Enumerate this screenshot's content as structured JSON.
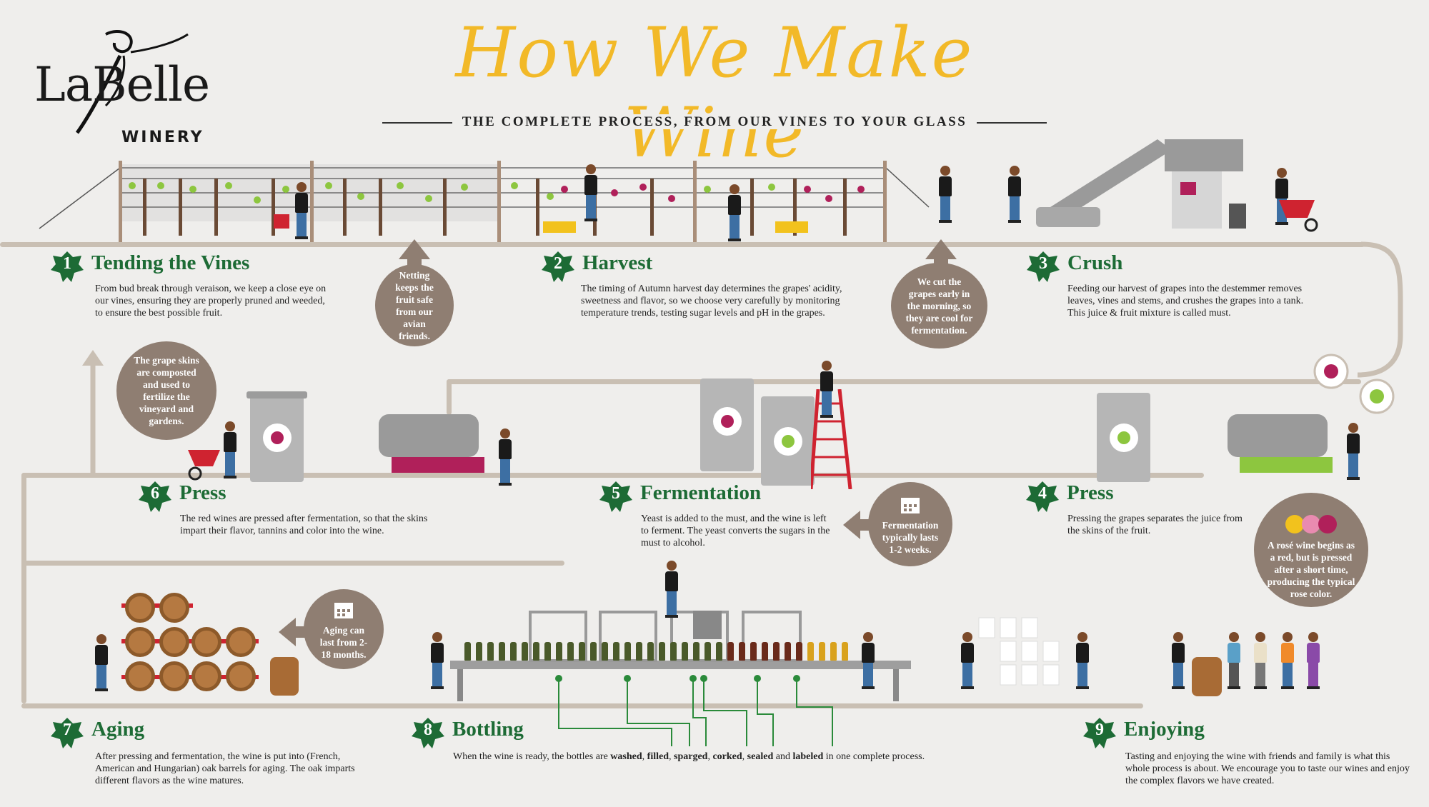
{
  "brand": {
    "logo_name": "LaBelle",
    "logo_sub": "WINERY"
  },
  "header": {
    "title": "How We Make Wine",
    "subtitle": "THE COMPLETE PROCESS, FROM OUR VINES TO YOUR GLASS"
  },
  "colors": {
    "title": "#f2b928",
    "step_green": "#1d6b35",
    "bubble": "#8f7e72",
    "rail": "#c9bfb3",
    "background": "#efeeec",
    "red_grape": "#b0205a",
    "white_grape": "#8dc63f"
  },
  "steps": [
    {
      "num": "1",
      "title": "Tending the Vines",
      "desc": "From bud break through veraison, we keep a close eye on our vines, ensuring they are properly pruned and weeded, to ensure the best possible fruit."
    },
    {
      "num": "2",
      "title": "Harvest",
      "desc": "The timing of Autumn harvest day determines the grapes' acidity, sweetness and flavor, so we choose very carefully by monitoring temperature trends, testing sugar levels and pH in the grapes."
    },
    {
      "num": "3",
      "title": "Crush",
      "desc": "Feeding our harvest of grapes into the destemmer removes leaves, vines and stems, and crushes the grapes into a tank. This juice & fruit mixture is called must."
    },
    {
      "num": "4",
      "title": "Press",
      "desc": "Pressing the grapes separates the juice from the skins of the fruit."
    },
    {
      "num": "5",
      "title": "Fermentation",
      "desc": "Yeast is added to the must, and the wine is left to ferment. The yeast converts the sugars in the must to alcohol."
    },
    {
      "num": "6",
      "title": "Press",
      "desc": "The red wines are pressed after fermentation, so that the skins impart their flavor, tannins and color into the wine."
    },
    {
      "num": "7",
      "title": "Aging",
      "desc": "After pressing and fermentation, the wine is put into (French, American and Hungarian) oak barrels for aging. The oak imparts different flavors as the wine matures."
    },
    {
      "num": "8",
      "title": "Bottling",
      "desc_pre": "When the wine is ready, the bottles are ",
      "desc_terms": [
        "washed",
        "filled",
        "sparged",
        "corked",
        "sealed",
        "labeled"
      ],
      "desc_post": " in one complete process."
    },
    {
      "num": "9",
      "title": "Enjoying",
      "desc": "Tasting and enjoying the wine with friends and family is what this whole process is about. We encourage you to taste our wines and enjoy the complex flavors we have created."
    }
  ],
  "bubbles": {
    "netting": "Netting keeps the fruit safe from our avian friends.",
    "early": "We cut the grapes early in the morning, so they are cool for fermentation.",
    "compost": "The grape skins are composted and used to fertilize the vineyard and gardens.",
    "ferment_time": "Fermentation typically lasts 1-2 weeks.",
    "rose": "A rosé wine begins as a red, but is pressed after a short time, producing the typical rose color.",
    "aging_time": "Aging can last from 2-18 months."
  },
  "icons": [
    "grape-leaf-icon",
    "bird-icon",
    "calendar-icon",
    "grape-cluster-icon",
    "arrow-icon",
    "wine-barrel-icon",
    "wine-bottle-icon",
    "rose-wine-circles-icon"
  ]
}
